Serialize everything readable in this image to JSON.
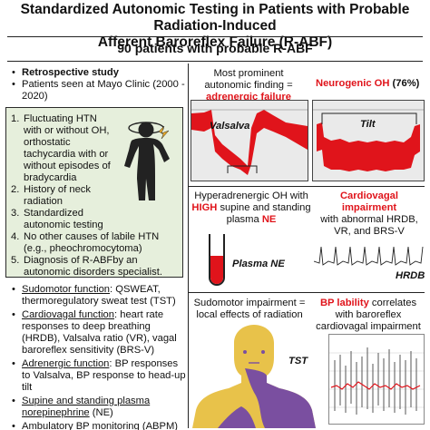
{
  "header": {
    "title_line1": "Standardized Autonomic Testing in Patients with Probable Radiation-Induced",
    "title_line2": "Afferent Baroreflex Failure (R-ABF)",
    "subtitle": "90 patients with probable R-ABF"
  },
  "study": {
    "items": [
      "Retrospective study",
      "Patients seen at Mayo Clinic (2000 - 2020)"
    ]
  },
  "criteria": [
    {
      "num": "1.",
      "text": "Fluctuating HTN with or without OH, orthostatic tachycardia with or without episodes of bradycardia"
    },
    {
      "num": "2.",
      "text": "History of neck radiation"
    },
    {
      "num": "3.",
      "text": "Standardized autonomic testing"
    },
    {
      "num": "4.",
      "text": "No other causes of labile HTN (e.g., pheochromocytoma)"
    },
    {
      "num": "5.",
      "text": "Diagnosis of R-ABFby an autonomic disorders specialist."
    }
  ],
  "tests": [
    {
      "label": "Sudomotor function",
      "rest": ": QSWEAT, thermoregulatory sweat test (TST)"
    },
    {
      "label": "Cardiovagal function",
      "rest": ": heart rate responses to deep breathing (HRDB), Valsalva ratio (VR), vagal baroreflex sensitivity (BRS-V)"
    },
    {
      "label": "Adrenergic function",
      "rest": ": BP responses to Valsalva, BP response to head-up tilt"
    },
    {
      "label": "Supine and standing plasma norepinephrine",
      "rest": " (NE)"
    },
    {
      "label": "Ambulatory BP monitoring",
      "rest": " (ABPM)"
    }
  ],
  "findings": {
    "adrenergic_pre": "Most prominent autonomic finding = ",
    "adrenergic_red": "adrenergic failure",
    "valsalva_label": "Valsalva",
    "noh_red": "Neurogenic OH",
    "noh_pct": " (76%)",
    "tilt_label": "Tilt",
    "hyper_pre": "Hyperadrenergic OH with ",
    "hyper_red": "HIGH",
    "hyper_mid": " supine and standing plasma ",
    "hyper_red2": "NE",
    "plasma_label": "Plasma NE",
    "cardio_red": "Cardiovagal impairment",
    "cardio_rest": "with abnormal HRDB, VR, and BRS-V",
    "hrdb_label": "HRDB",
    "sudo_text": "Sudomotor impairment = local effects of radiation",
    "tst_label": "TST",
    "bp_red": "BP lability",
    "bp_rest": " correlates with baroreflex cardiovagal impairment"
  },
  "colors": {
    "accent": "#e0141b",
    "box_fill": "#e6efdc",
    "skin": "#e8c24a",
    "sweat": "#7a4fa0"
  }
}
